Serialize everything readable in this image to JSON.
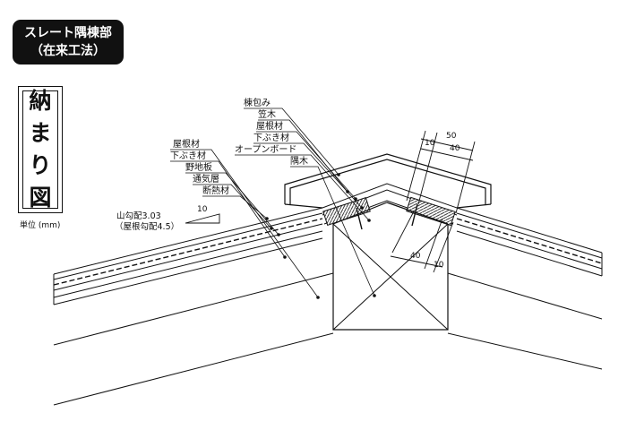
{
  "title": {
    "line1": "スレート隅棟部",
    "line2": "（在来工法）"
  },
  "legend_box": {
    "chars": [
      "納",
      "ま",
      "り",
      "図"
    ]
  },
  "unit": "単位 (mm)",
  "slope": {
    "run": "10",
    "line1": "山勾配3.03",
    "line2": "（屋根勾配4.5）"
  },
  "labels_left": [
    "屋根材",
    "下ぶき材",
    "野地板",
    "通気層",
    "断熱材"
  ],
  "labels_top": [
    "棟包み",
    "笠木",
    "屋根材",
    "下ぶき材",
    "オープンボード",
    "隅木"
  ],
  "dimensions": {
    "top_total": "50",
    "top_a": "10",
    "top_b": "40",
    "bottom_a": "40",
    "bottom_b": "10"
  }
}
